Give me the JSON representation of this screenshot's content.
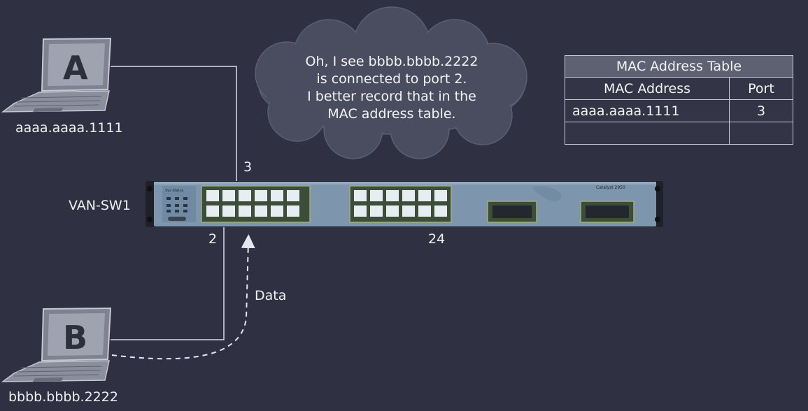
{
  "hosts": {
    "a": {
      "letter": "A",
      "mac": "aaaa.aaaa.1111"
    },
    "b": {
      "letter": "B",
      "mac": "bbbb.bbbb.2222"
    }
  },
  "switch": {
    "name": "VAN-SW1",
    "brand": "Catalyst 2950",
    "panel_label": "Sys Status"
  },
  "ports": {
    "a_port": "3",
    "b_port": "2",
    "last_port": "24"
  },
  "flow": {
    "label": "Data"
  },
  "thought": {
    "lines": [
      "Oh, I see bbbb.bbbb.2222",
      "is connected to port 2.",
      "I better record that in the",
      "MAC address table."
    ]
  },
  "mac_table": {
    "title": "MAC Address Table",
    "headers": [
      "MAC Address",
      "Port"
    ],
    "rows": [
      {
        "mac": "aaaa.aaaa.1111",
        "port": "3"
      },
      {
        "mac": "",
        "port": ""
      }
    ]
  },
  "colors": {
    "background": "#2f3041",
    "switch_body": "#7e96ad",
    "cloud": "#4b4e5f",
    "table_title_bg": "#5d6172",
    "line": "#d9dbe4"
  }
}
